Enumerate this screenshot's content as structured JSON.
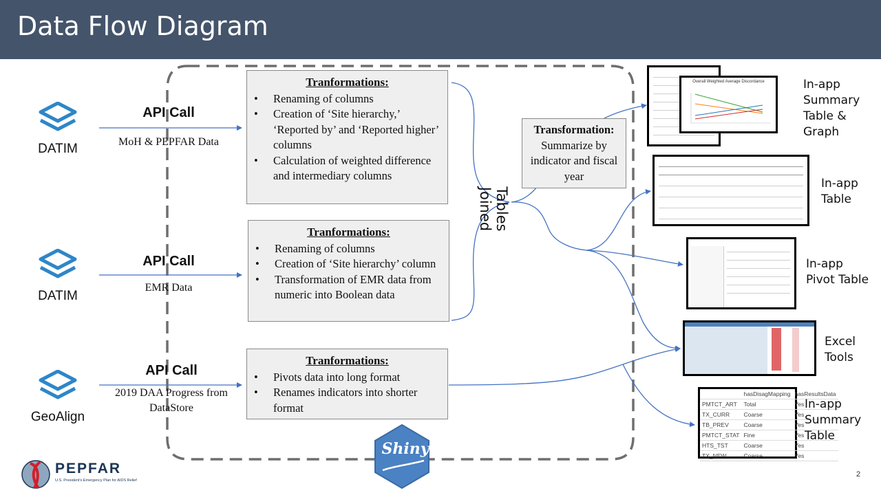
{
  "slide": {
    "title": "Data Flow Diagram",
    "page_number": "2"
  },
  "sources": [
    {
      "name": "DATIM",
      "icon": "layered-stack-icon",
      "api_label": "API Call",
      "api_desc": "MoH & PEPFAR Data"
    },
    {
      "name": "DATIM",
      "icon": "layered-stack-icon",
      "api_label": "API Call",
      "api_desc": "EMR Data"
    },
    {
      "name": "GeoAlign",
      "icon": "layered-stack-icon",
      "api_label": "API Call",
      "api_desc": "2019 DAA Progress from DataStore"
    }
  ],
  "transformations": [
    {
      "heading": "Tranformations:",
      "items": [
        "Renaming of columns",
        "Creation of ‘Site hierarchy,’ ‘Reported by’ and ‘Reported higher’ columns",
        "Calculation of weighted difference and intermediary columns"
      ]
    },
    {
      "heading": "Tranformations:",
      "items": [
        "Renaming of columns",
        "Creation of ‘Site hierarchy’ column",
        "Transformation of EMR data from numeric into Boolean data"
      ]
    },
    {
      "heading": "Tranformations:",
      "items": [
        "Pivots data into long format",
        "Renames indicators into shorter format"
      ]
    }
  ],
  "joined_label": "Tables Joined",
  "summary_transform": {
    "heading": "Transformation:",
    "body": "Summarize by indicator and fiscal year"
  },
  "outputs": [
    {
      "label": "In-app Summary Table & Graph"
    },
    {
      "label": "In-app Table"
    },
    {
      "label": "In-app Pivot Table"
    },
    {
      "label": "Excel Tools"
    },
    {
      "label": "In-app Summary Table"
    }
  ],
  "summary_table": {
    "headers": [
      "",
      "hasDisagMapping",
      "hasResultsData"
    ],
    "rows": [
      [
        "PMTCT_ART",
        "Total",
        "Yes"
      ],
      [
        "TX_CURR",
        "Coarse",
        "Yes"
      ],
      [
        "TB_PREV",
        "Coarse",
        "Yes"
      ],
      [
        "PMTCT_STAT",
        "Fine",
        "Yes"
      ],
      [
        "HTS_TST",
        "Coarse",
        "Yes"
      ],
      [
        "TX_NEW",
        "Coarse",
        "Yes"
      ]
    ]
  },
  "graph_thumbnail": {
    "title": "Overall Weighted Average Discordance"
  },
  "shiny_badge": "Shiny",
  "logo": {
    "word": "PEPFAR",
    "tagline": "U.S. President's Emergency Plan for AIDS Relief"
  },
  "colors": {
    "header_bg": "#44546a",
    "arrow": "#4472c4",
    "icon": "#2e86c8",
    "box_bg": "#efefef",
    "shiny_hex": "#4a82c3"
  }
}
